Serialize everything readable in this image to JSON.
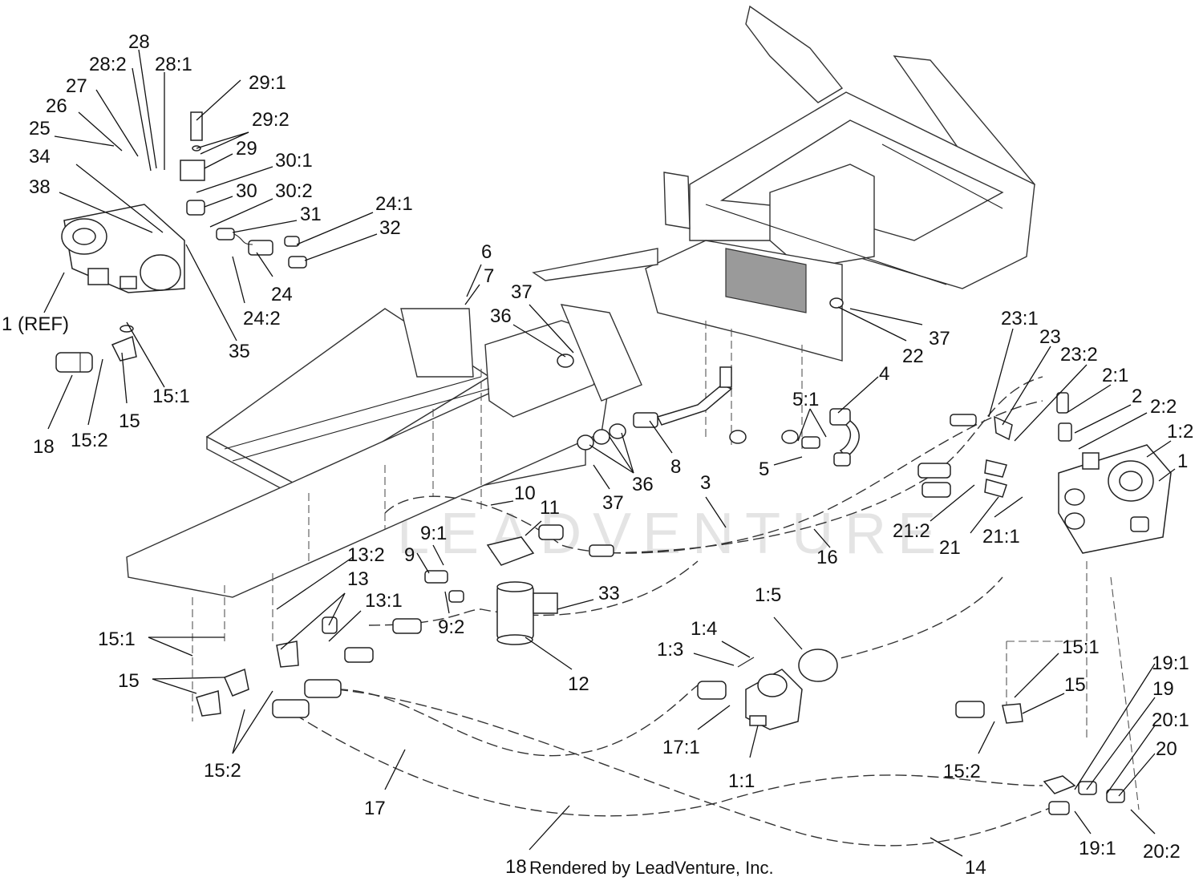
{
  "watermark": "LEADVENTURE",
  "footer": "Rendered by LeadVenture, Inc.",
  "callouts": [
    {
      "id": "c28",
      "text": "28"
    },
    {
      "id": "c28_2",
      "text": "28:2"
    },
    {
      "id": "c28_1",
      "text": "28:1"
    },
    {
      "id": "c27",
      "text": "27"
    },
    {
      "id": "c26",
      "text": "26"
    },
    {
      "id": "c25",
      "text": "25"
    },
    {
      "id": "c34",
      "text": "34"
    },
    {
      "id": "c38",
      "text": "38"
    },
    {
      "id": "c1ref",
      "text": "1 (REF)"
    },
    {
      "id": "c29_1",
      "text": "29:1"
    },
    {
      "id": "c29_2",
      "text": "29:2"
    },
    {
      "id": "c29",
      "text": "29"
    },
    {
      "id": "c30_1",
      "text": "30:1"
    },
    {
      "id": "c30",
      "text": "30"
    },
    {
      "id": "c30_2",
      "text": "30:2"
    },
    {
      "id": "c31",
      "text": "31"
    },
    {
      "id": "c24_1",
      "text": "24:1"
    },
    {
      "id": "c32",
      "text": "32"
    },
    {
      "id": "c24",
      "text": "24"
    },
    {
      "id": "c24_2",
      "text": "24:2"
    },
    {
      "id": "c35",
      "text": "35"
    },
    {
      "id": "c15_1a",
      "text": "15:1"
    },
    {
      "id": "c15a",
      "text": "15"
    },
    {
      "id": "c15_2a",
      "text": "15:2"
    },
    {
      "id": "c18a",
      "text": "18"
    },
    {
      "id": "c6",
      "text": "6"
    },
    {
      "id": "c7",
      "text": "7"
    },
    {
      "id": "c37a",
      "text": "37"
    },
    {
      "id": "c36a",
      "text": "36"
    },
    {
      "id": "c36b",
      "text": "36"
    },
    {
      "id": "c37b",
      "text": "37"
    },
    {
      "id": "c8",
      "text": "8"
    },
    {
      "id": "c3",
      "text": "3"
    },
    {
      "id": "c10",
      "text": "10"
    },
    {
      "id": "c11",
      "text": "11"
    },
    {
      "id": "c9_1",
      "text": "9:1"
    },
    {
      "id": "c9",
      "text": "9"
    },
    {
      "id": "c9_2",
      "text": "9:2"
    },
    {
      "id": "c33",
      "text": "33"
    },
    {
      "id": "c12",
      "text": "12"
    },
    {
      "id": "c13_2",
      "text": "13:2"
    },
    {
      "id": "c13",
      "text": "13"
    },
    {
      "id": "c13_1",
      "text": "13:1"
    },
    {
      "id": "c15_1b",
      "text": "15:1"
    },
    {
      "id": "c15b",
      "text": "15"
    },
    {
      "id": "c15_2b",
      "text": "15:2"
    },
    {
      "id": "c17",
      "text": "17"
    },
    {
      "id": "c18b",
      "text": "18"
    },
    {
      "id": "c37c",
      "text": "37"
    },
    {
      "id": "c22",
      "text": "22"
    },
    {
      "id": "c4",
      "text": "4"
    },
    {
      "id": "c5_1",
      "text": "5:1"
    },
    {
      "id": "c5",
      "text": "5"
    },
    {
      "id": "c16",
      "text": "16"
    },
    {
      "id": "c1_5",
      "text": "1:5"
    },
    {
      "id": "c1_4",
      "text": "1:4"
    },
    {
      "id": "c1_3",
      "text": "1:3"
    },
    {
      "id": "c17_1",
      "text": "17:1"
    },
    {
      "id": "c1_1",
      "text": "1:1"
    },
    {
      "id": "c14",
      "text": "14"
    },
    {
      "id": "c23_1",
      "text": "23:1"
    },
    {
      "id": "c23",
      "text": "23"
    },
    {
      "id": "c23_2",
      "text": "23:2"
    },
    {
      "id": "c2_1",
      "text": "2:1"
    },
    {
      "id": "c2",
      "text": "2"
    },
    {
      "id": "c2_2",
      "text": "2:2"
    },
    {
      "id": "c1_2",
      "text": "1:2"
    },
    {
      "id": "c1",
      "text": "1"
    },
    {
      "id": "c21_2",
      "text": "21:2"
    },
    {
      "id": "c21",
      "text": "21"
    },
    {
      "id": "c21_1",
      "text": "21:1"
    },
    {
      "id": "c15_1c",
      "text": "15:1"
    },
    {
      "id": "c15c",
      "text": "15"
    },
    {
      "id": "c15_2c",
      "text": "15:2"
    },
    {
      "id": "c19_1a",
      "text": "19:1"
    },
    {
      "id": "c19",
      "text": "19"
    },
    {
      "id": "c20_1",
      "text": "20:1"
    },
    {
      "id": "c20",
      "text": "20"
    },
    {
      "id": "c19_1b",
      "text": "19:1"
    },
    {
      "id": "c20_2",
      "text": "20:2"
    }
  ]
}
